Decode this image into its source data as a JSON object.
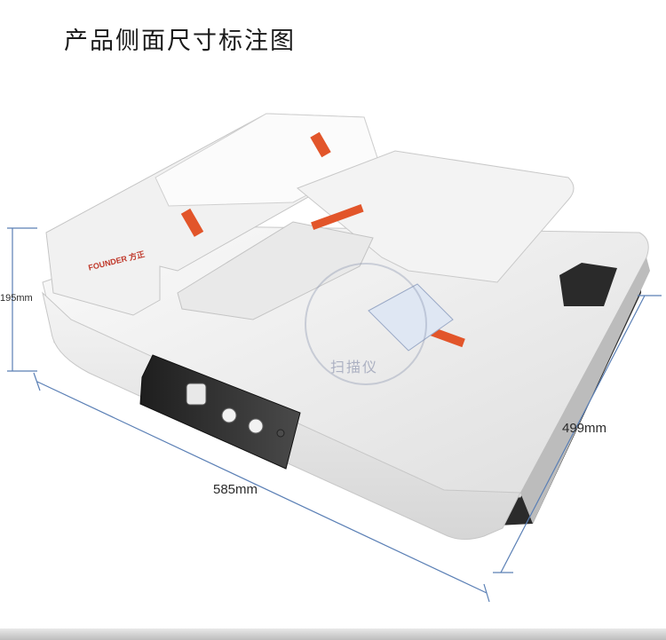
{
  "title": "产品侧面尺寸标注图",
  "dimensions": {
    "height": "195mm",
    "width": "585mm",
    "depth": "499mm"
  },
  "brand_label": "FOUNDER 方正",
  "watermark": "扫描仪",
  "colors": {
    "body": "#ececec",
    "shadow": "#bcbcbc",
    "accent_tape": "#e2552a",
    "panel": "#2a2a2a",
    "dimension_line": "#5a7fb5"
  }
}
